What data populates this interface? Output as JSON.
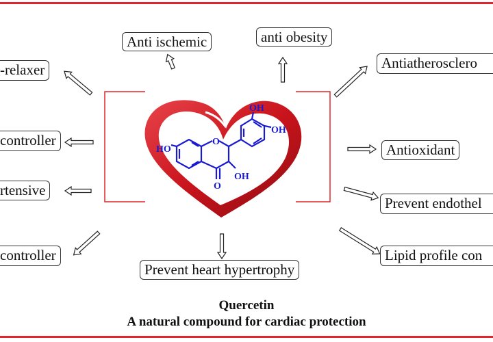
{
  "boxes": {
    "top_left": "Anti ischemic",
    "top_center": "anti obesity",
    "top_right": "Antiatherosclero",
    "left_1": "-relaxer",
    "left_2": "controller",
    "left_3": "rtensive",
    "left_4": "controller",
    "right_1": "Antioxidant",
    "right_2": "Prevent endothel",
    "right_3": "Lipid profile con",
    "bottom": "Prevent heart hypertrophy"
  },
  "molecule": {
    "oh_top1": "OH",
    "oh_top2": "OH",
    "ho_left": "HO",
    "o_ring": "O",
    "o_ketone": "O",
    "oh_mid": "OH"
  },
  "caption": {
    "title": "Quercetin",
    "subtitle": "A natural compound for cardiac protection"
  },
  "colors": {
    "frame": "#e0262c",
    "heart": "#d11b22",
    "molecule": "#1a1ad0"
  }
}
